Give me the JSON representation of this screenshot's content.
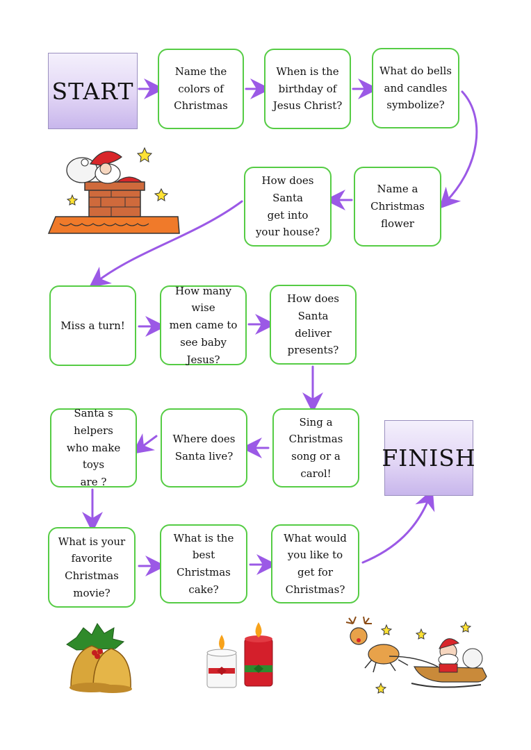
{
  "start_label": "START",
  "finish_label": "FINISH",
  "squares": [
    "Name the\ncolors of\nChristmas",
    "When is the\nbirthday of\nJesus Christ?",
    "What do bells\nand candles\nsymbolize?",
    "Name a\nChristmas\nflower",
    "How does Santa\nget into\nyour house?",
    "Miss a turn!",
    "How many wise\nmen came to\nsee baby Jesus?",
    "How does Santa\ndeliver\npresents?",
    "Sing a\nChristmas\nsong or a carol!",
    "Where does\nSanta live?",
    "Santa s helpers\nwho make toys\nare    ?",
    "What is your\nfavorite\nChristmas\nmovie?",
    "What is the\nbest\nChristmas\ncake?",
    "What would\nyou like to\nget for\nChristmas?"
  ],
  "colors": {
    "square_border": "#55cc44",
    "arrow": "#9b59e6",
    "start_finish_fill": "#dccff3"
  },
  "decorations": [
    "santa-chimney-illustration",
    "christmas-bells-illustration",
    "candles-illustration",
    "santa-sleigh-reindeer-illustration",
    "star-icon"
  ]
}
